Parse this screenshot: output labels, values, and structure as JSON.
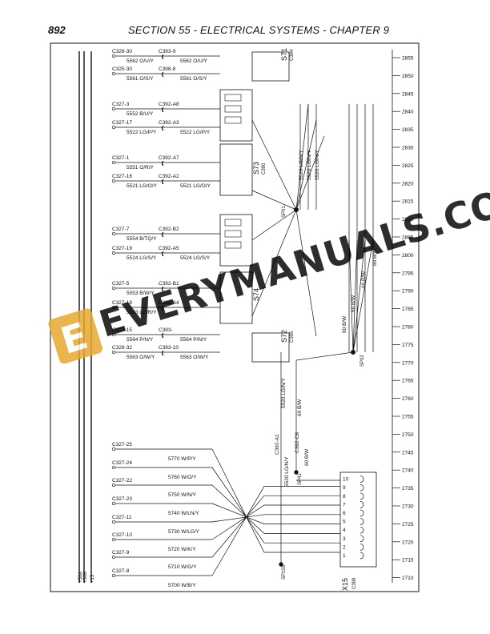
{
  "header": {
    "page_number": "892",
    "section_title": "SECTION 55 - ELECTRICAL SYSTEMS - CHAPTER 9"
  },
  "watermark": {
    "text": "EVERYMANUALS.COM",
    "logo_letter": "E"
  },
  "scale": [
    "2855",
    "2850",
    "2845",
    "2840",
    "2835",
    "2830",
    "2825",
    "2820",
    "2815",
    "2810",
    "2805",
    "2800",
    "2795",
    "2790",
    "2785",
    "2780",
    "2775",
    "2770",
    "2765",
    "2760",
    "2755",
    "2750",
    "2745",
    "2740",
    "2735",
    "2730",
    "2725",
    "2720",
    "2715",
    "2710"
  ],
  "rails": [
    "+30A",
    "+30B",
    "+15"
  ],
  "left_connectors": [
    {
      "conn": "C328-30",
      "wire": "5562 O/U/Y"
    },
    {
      "conn": "C325-30",
      "wire": "5561 O/S/Y"
    },
    {
      "conn": "C327-3",
      "wire": "5552 B/U/Y"
    },
    {
      "conn": "C327-17",
      "wire": "5522 LG/P/Y"
    },
    {
      "conn": "C327-1",
      "wire": "5551 O/R/Y"
    },
    {
      "conn": "C327-16",
      "wire": "5521 LG/O/Y"
    },
    {
      "conn": "C327-7",
      "wire": "5554 B/TQ/Y"
    },
    {
      "conn": "C327-19",
      "wire": "5524 LG/S/Y"
    },
    {
      "conn": "C327-5",
      "wire": "5553 B/W/Y"
    },
    {
      "conn": "C327-18",
      "wire": "5523 LG/R/Y"
    },
    {
      "conn": "C327-15",
      "wire": "5564 P/N/Y"
    },
    {
      "conn": "C328-32",
      "wire": "5563 O/W/Y"
    }
  ],
  "mid_connectors": [
    {
      "conn": "C393-9",
      "wire": "5562 O/U/Y"
    },
    {
      "conn": "C398-8",
      "wire": "5561 O/S/Y"
    },
    {
      "conn": "C392-A8",
      "wire": ""
    },
    {
      "conn": "C392-A3",
      "wire": "5522 LG/P/Y"
    },
    {
      "conn": "C392-A7",
      "wire": ""
    },
    {
      "conn": "C392-A2",
      "wire": "5521 LG/O/Y"
    },
    {
      "conn": "C392-B2",
      "wire": ""
    },
    {
      "conn": "C392-A5",
      "wire": "5524 LG/S/Y"
    },
    {
      "conn": "C392-B1",
      "wire": ""
    },
    {
      "conn": "C392-A4",
      "wire": ""
    },
    {
      "conn": "C393-",
      "wire": "5564 P/N/Y"
    },
    {
      "conn": "C393-10",
      "wire": "5563 O/W/Y"
    }
  ],
  "switches": [
    {
      "name": "S71",
      "conn": "C394"
    },
    {
      "name": "S73",
      "conn": "C390"
    },
    {
      "name": "S74",
      "conn": ""
    },
    {
      "name": "S72",
      "conn": "C395"
    }
  ],
  "bottom_connectors": [
    {
      "conn": "C327-25",
      "wire": "5770 W/P/Y"
    },
    {
      "conn": "C327-24",
      "wire": "5760 W/O/Y"
    },
    {
      "conn": "C327-22",
      "wire": "5750 W/N/Y"
    },
    {
      "conn": "C327-23",
      "wire": "5740 W/LN/Y"
    },
    {
      "conn": "C327-11",
      "wire": "5730 W/LG/Y"
    },
    {
      "conn": "C327-10",
      "wire": "5720 W/K/Y"
    },
    {
      "conn": "C327-9",
      "wire": "5710 W/G/Y"
    },
    {
      "conn": "C327-8",
      "wire": "5700 W/B/Y"
    }
  ],
  "splices": [
    "SP01",
    "SP02",
    "SP41",
    "SP103"
  ],
  "vertical_wires": [
    "5520 LG/N/Y",
    "5520 LG/N/Y",
    "5520 LG/N/Y",
    "60 B/W",
    "60 B/W",
    "60 B/W",
    "60 B/W"
  ],
  "x15": {
    "name": "X15",
    "conn": "C399",
    "pins": [
      "1",
      "2",
      "3",
      "4",
      "5",
      "6",
      "7",
      "8",
      "9",
      "10"
    ]
  },
  "lower_mid": {
    "c392_a1": "C392-A1",
    "c392_c8": "C392-C8",
    "wire_a": "5520 LG/N/Y",
    "wire_b": "60 B/W",
    "wire_c": "5520 LG/N/Y",
    "wire_d": "60 B/W"
  }
}
